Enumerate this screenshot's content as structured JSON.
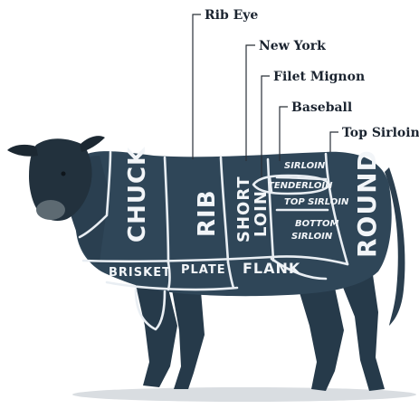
{
  "callouts": [
    {
      "id": "rib-eye",
      "label": "Rib Eye"
    },
    {
      "id": "new-york",
      "label": "New York"
    },
    {
      "id": "filet-mignon",
      "label": "Filet Mignon"
    },
    {
      "id": "baseball",
      "label": "Baseball"
    },
    {
      "id": "top-sirloin",
      "label": "Top Sirloin"
    }
  ],
  "cuts": {
    "chuck": "CHUCK",
    "rib": "RIB",
    "short": "SHORT",
    "loin": "LOIN",
    "round": "ROUND",
    "brisket": "BRISKET",
    "plate": "PLATE",
    "flank": "FLANK",
    "sirloin": "SIRLOIN",
    "tenderloin": "TENDERLOIN",
    "top_sirloin": "TOP SIRLOIN",
    "bottom": "BOTTOM",
    "bottom_sirloin": "SIRLOIN"
  },
  "colors": {
    "body": "#2f4658",
    "body_dark": "#1f3140",
    "head": "#22313d",
    "lines": "#e9eef3",
    "leader": "#2a3038"
  }
}
